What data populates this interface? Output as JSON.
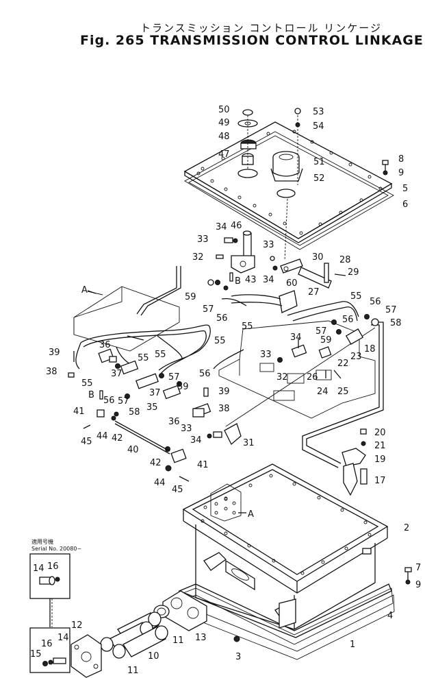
{
  "title": {
    "japanese": "トランスミッション コントロール リンケージ",
    "english": "Fig. 265 TRANSMISSION CONTROL LINKAGE"
  },
  "serial_note": {
    "japanese": "適用号機",
    "serial": "Serial No. 20080~"
  },
  "section_markers": [
    "A",
    "B",
    "B",
    "A"
  ],
  "callouts": [
    "1",
    "2",
    "3",
    "4",
    "5",
    "6",
    "7",
    "8",
    "9",
    "9",
    "10",
    "11",
    "11",
    "12",
    "13",
    "14",
    "14",
    "15",
    "16",
    "16",
    "17",
    "18",
    "19",
    "20",
    "21",
    "22",
    "23",
    "24",
    "25",
    "26",
    "27",
    "28",
    "29",
    "30",
    "31",
    "32",
    "32",
    "33",
    "33",
    "33",
    "34",
    "34",
    "34",
    "34",
    "35",
    "36",
    "36",
    "37",
    "37",
    "38",
    "38",
    "39",
    "39",
    "40",
    "41",
    "41",
    "42",
    "42",
    "43",
    "44",
    "44",
    "45",
    "45",
    "46",
    "47",
    "48",
    "49",
    "50",
    "51",
    "52",
    "53",
    "54",
    "55",
    "55",
    "55",
    "55",
    "56",
    "56",
    "56",
    "56",
    "57",
    "57",
    "57",
    "57",
    "58",
    "58",
    "59",
    "59",
    "59",
    "60"
  ]
}
